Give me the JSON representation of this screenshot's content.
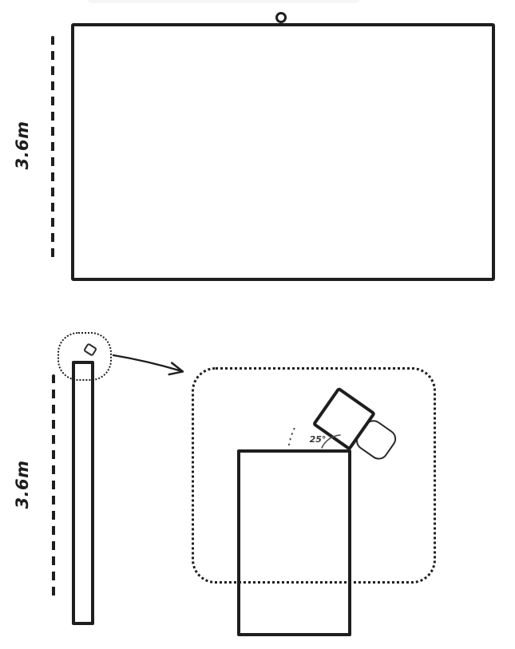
{
  "diagram": {
    "background": "#ffffff",
    "ink_color": "#1e1e1e",
    "front_view": {
      "description": "front elevation of screen panel with top-center mount ring",
      "height_label": "3.6m"
    },
    "side_view": {
      "description": "side profile of screen panel with small tilted camera at top",
      "height_label": "3.6m"
    },
    "detail_view": {
      "description": "magnified callout of camera mounted on top edge of panel",
      "angle_label": "25°",
      "tilt_degrees": 25
    }
  }
}
